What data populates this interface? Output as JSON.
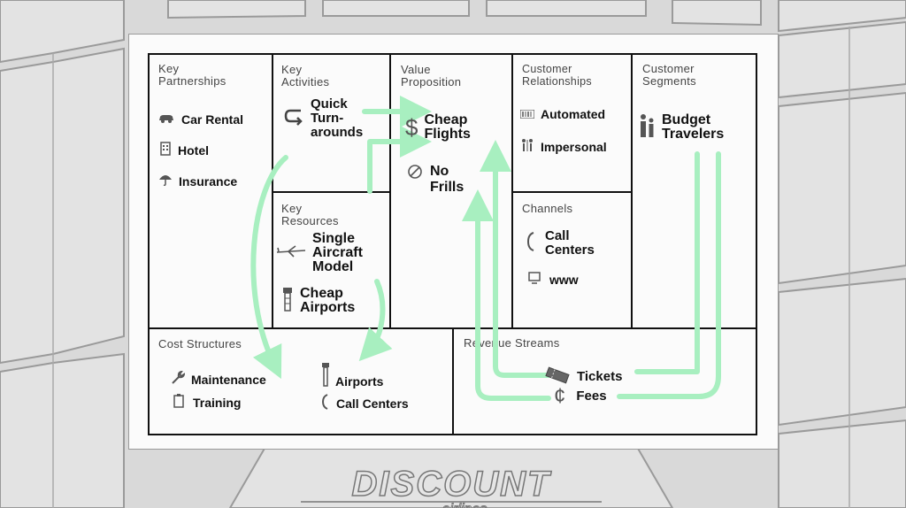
{
  "canvas": {
    "key_partnerships": {
      "title": "Key\nPartnerships",
      "items": [
        "Car Rental",
        "Hotel",
        "Insurance"
      ]
    },
    "key_activities": {
      "title": "Key\nActivities",
      "items": [
        "Quick\nTurn-\narounds"
      ]
    },
    "key_resources": {
      "title": "Key\nResources",
      "items": [
        "Single\nAircraft\nModel",
        "Cheap\nAirports"
      ]
    },
    "value_proposition": {
      "title": "Value\nProposition",
      "items": [
        "Cheap\nFlights",
        "No\nFrills"
      ]
    },
    "customer_relationships": {
      "title": "Customer\nRelationships",
      "items": [
        "Automated",
        "Impersonal"
      ]
    },
    "channels": {
      "title": "Channels",
      "items": [
        "Call\nCenters",
        "www"
      ]
    },
    "customer_segments": {
      "title": "Customer\nSegments",
      "items": [
        "Budget\nTravelers"
      ]
    },
    "cost_structures": {
      "title": "Cost Structures",
      "items": [
        "Maintenance",
        "Training",
        "Airports",
        "Call Centers"
      ]
    },
    "revenue_streams": {
      "title": "Revenue Streams",
      "items": [
        "Tickets",
        "Fees"
      ]
    }
  },
  "logo": {
    "wordmark": "DISCOUNT",
    "sub": "airlines"
  },
  "colors": {
    "arrow": "#a8efc0",
    "ink": "#111111",
    "board": "#fbfbfb",
    "background": "#d6d6d6"
  },
  "icons": [
    "car-icon",
    "hotel-icon",
    "umbrella-icon",
    "return-arrow-icon",
    "airplane-icon",
    "control-tower-icon",
    "dollar-icon",
    "no-entry-icon",
    "barcode-icon",
    "people-icon",
    "phone-icon",
    "monitor-icon",
    "wrench-icon",
    "clipboard-icon",
    "ticket-icon",
    "cent-icon"
  ]
}
